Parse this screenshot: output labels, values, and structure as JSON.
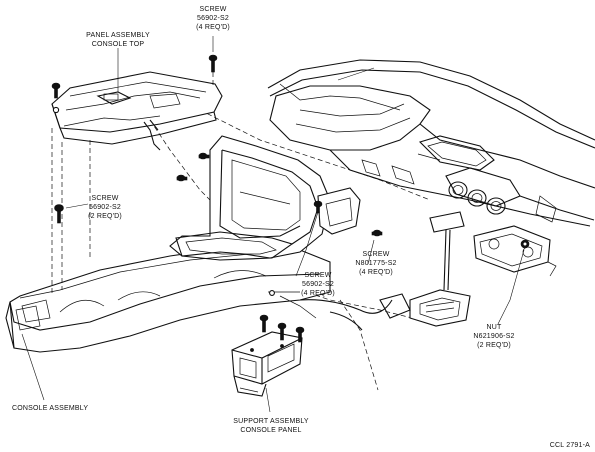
{
  "labels": {
    "panel_top": [
      "PANEL ASSEMBLY",
      "CONSOLE TOP"
    ],
    "screw_top": [
      "SCREW",
      "56902-S2",
      "(4 REQ'D)"
    ],
    "screw_left": [
      "SCREW",
      "56902-S2",
      "(2 REQ'D)"
    ],
    "screw_mid": [
      "SCREW",
      "N801775-S2",
      "(4 REQ'D)"
    ],
    "screw_low": [
      "SCREW",
      "56902-S2",
      "(4 REQ'D)"
    ],
    "nut": [
      "NUT",
      "N621906-S2",
      "(2 REQ'D)"
    ],
    "console_assembly": "CONSOLE ASSEMBLY",
    "support": [
      "SUPPORT ASSEMBLY",
      "CONSOLE PANEL"
    ]
  },
  "figure_id": "CCL 2791-A"
}
